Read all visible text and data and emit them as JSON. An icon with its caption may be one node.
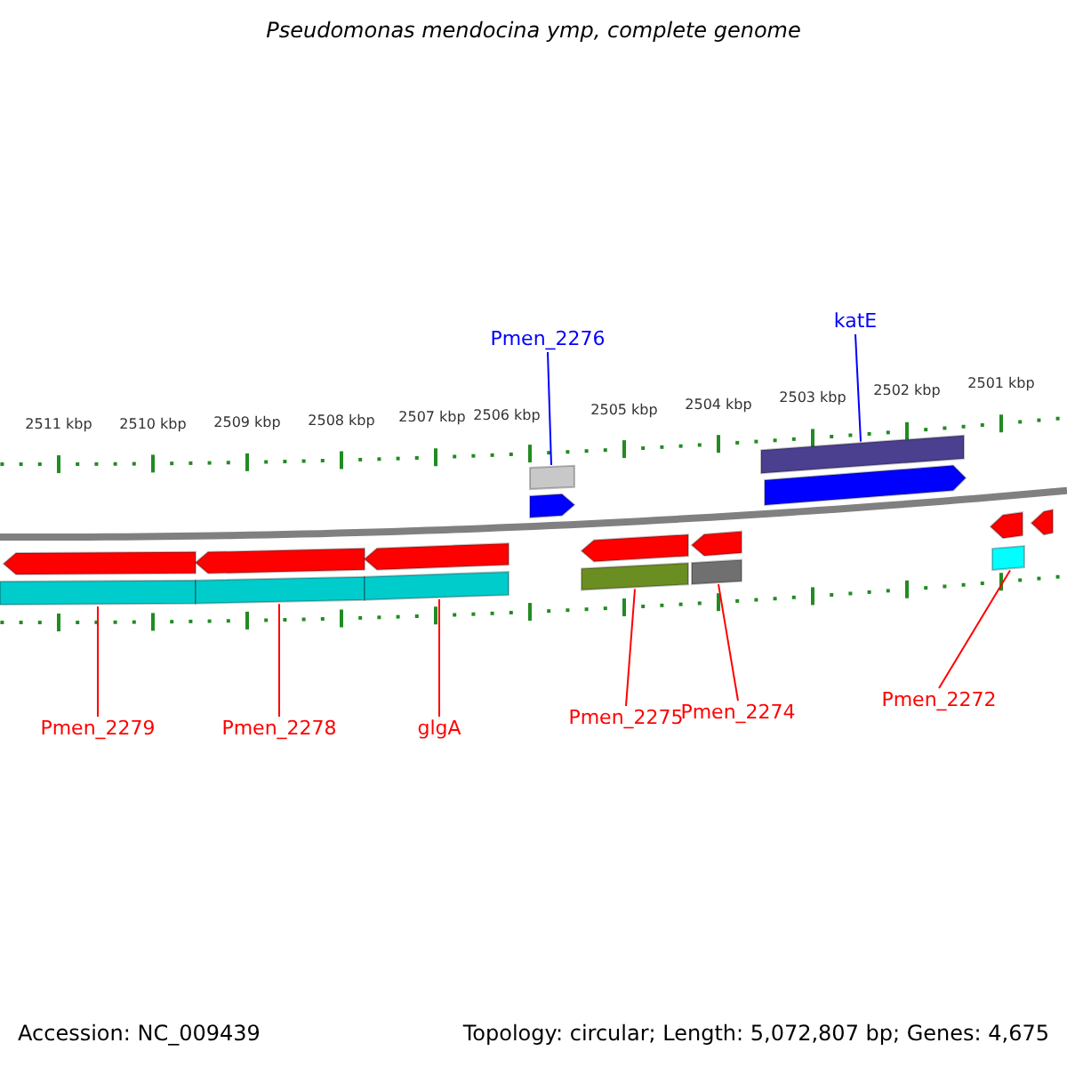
{
  "diagram": {
    "title": "Pseudomonas mendocina ymp, complete genome",
    "nodes": [
      {
        "text": [
          "Pmen_2276"
        ]
      },
      {
        "text": [
          "katE"
        ]
      },
      {
        "text": [
          "Pmen_2279"
        ]
      },
      {
        "text": [
          "Pmen_2278"
        ]
      },
      {
        "text": [
          "glgA"
        ]
      },
      {
        "text": [
          "Pmen_2275"
        ]
      },
      {
        "text": [
          "Pmen_2274"
        ]
      },
      {
        "text": [
          "Pmen_2272"
        ]
      },
      {
        "text": [],
        "shape": "bar"
      },
      {
        "text": [],
        "shape": "bar"
      },
      {
        "text": [],
        "shape": "bar"
      },
      {
        "text": [],
        "shape": "bar"
      },
      {
        "text": [],
        "shape": "bar"
      },
      {
        "text": [],
        "shape": "bar"
      },
      {
        "text": [],
        "shape": "bar"
      },
      {
        "text": [],
        "shape": "bar"
      }
    ],
    "edges": [
      {
        "from": 0,
        "to": 11,
        "arrow": "none",
        "color": "#0000ff"
      },
      {
        "from": 1,
        "to": 14,
        "arrow": "none",
        "color": "#0000ff"
      },
      {
        "from": 2,
        "to": 8,
        "arrow": "none"
      },
      {
        "from": 3,
        "to": 9,
        "arrow": "none"
      },
      {
        "from": 4,
        "to": 10,
        "arrow": "none"
      },
      {
        "from": 5,
        "to": 12,
        "arrow": "none"
      },
      {
        "from": 6,
        "to": 13,
        "arrow": "none"
      },
      {
        "from": 7,
        "to": 15,
        "arrow": "none"
      }
    ],
    "labels": [
      "2511 kbp",
      "2510 kbp",
      "2509 kbp",
      "2508 kbp",
      "2507 kbp",
      "2506 kbp",
      "2505 kbp",
      "2504 kbp",
      "2503 kbp",
      "2502 kbp",
      "2501 kbp",
      "Accession: NC_009439",
      "Topology: circular; Length: 5,072,807 bp; Genes: 4,675"
    ]
  }
}
